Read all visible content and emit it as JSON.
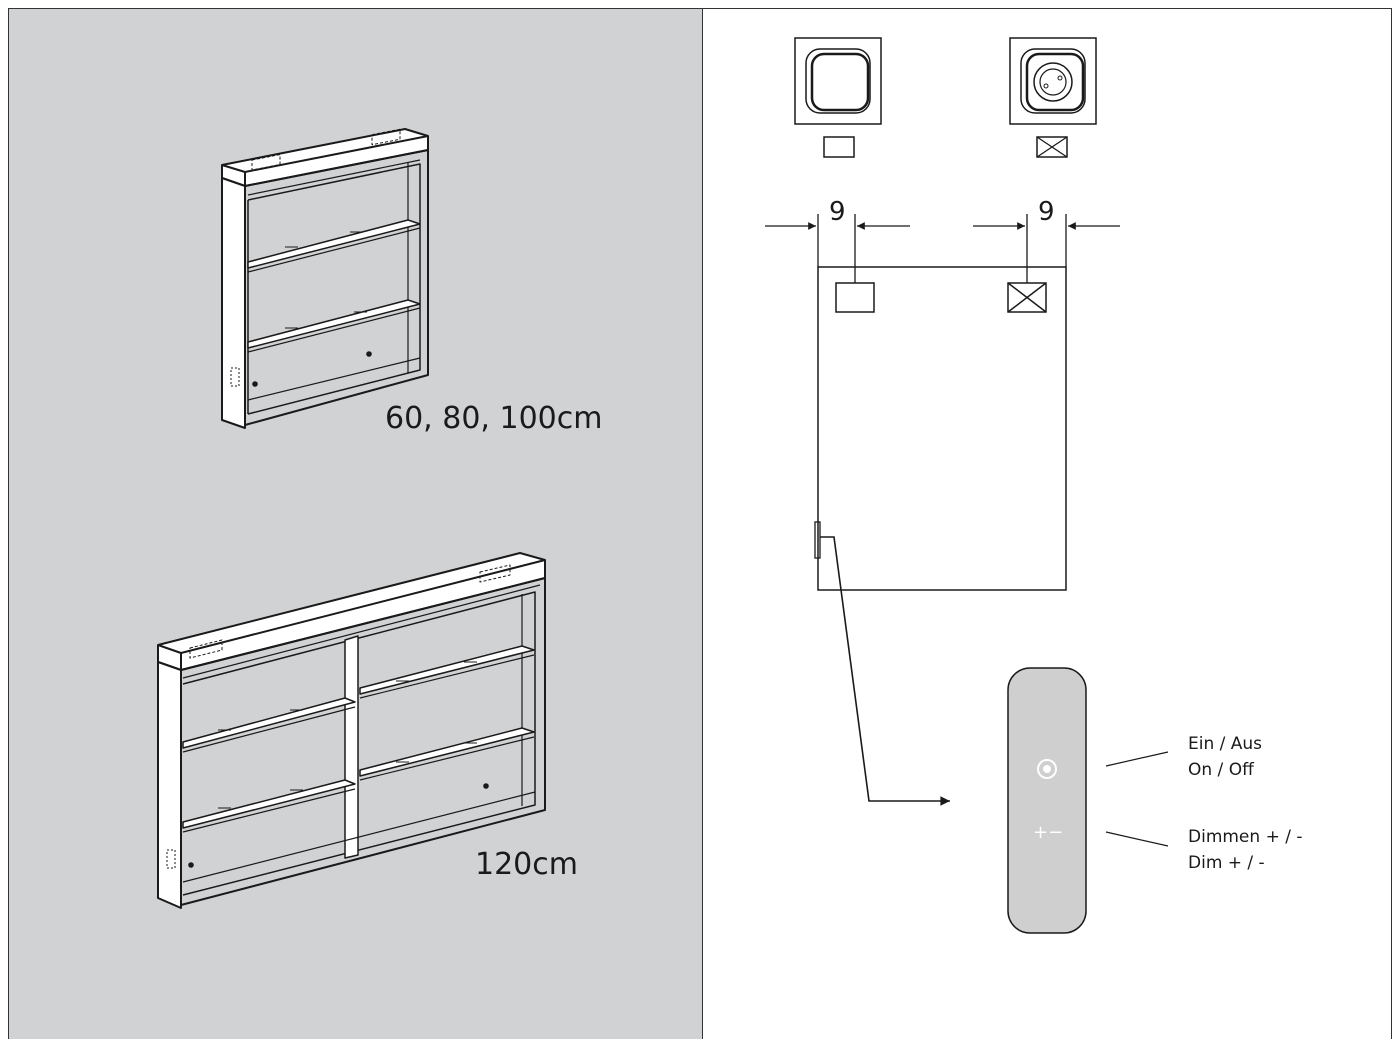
{
  "left_panel": {
    "small_cabinet_label": "60, 80, 100cm",
    "large_cabinet_label": "120cm"
  },
  "right_panel": {
    "dimension_left": "9",
    "dimension_right": "9",
    "switch_legend": {
      "on_off_de": "Ein / Aus",
      "on_off_en": "On / Off",
      "dim_de": "Dimmen + / -",
      "dim_en": "Dim + / -"
    },
    "remote_dim_symbol": "+−"
  },
  "colors": {
    "left_background": "#d1d2d4",
    "line": "#1a1a1a",
    "remote_fill": "#cfcfcf"
  }
}
